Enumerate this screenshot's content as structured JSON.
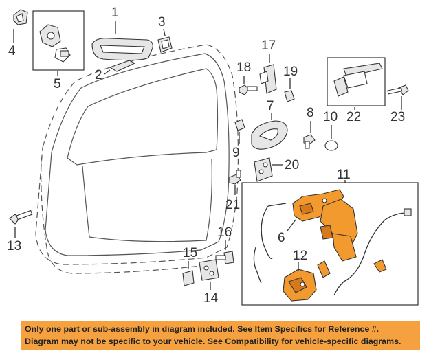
{
  "callouts": {
    "c1": "1",
    "c2": "2",
    "c3": "3",
    "c4": "4",
    "c5": "5",
    "c6": "6",
    "c7": "7",
    "c8": "8",
    "c9": "9",
    "c10": "10",
    "c11": "11",
    "c12": "12",
    "c13": "13",
    "c14": "14",
    "c15": "15",
    "c16": "16",
    "c17": "17",
    "c18": "18",
    "c19": "19",
    "c20": "20",
    "c21": "21",
    "c22": "22",
    "c23": "23"
  },
  "disclaimer": {
    "line1": "Only one part or sub-assembly in diagram included. See Item Specifics for Reference #.",
    "line2": "Diagram may not be specific to your vehicle. See Compatibility for vehicle-specific diagrams."
  },
  "colors": {
    "highlight": "#f29a2e",
    "banner": "#f6a13f"
  }
}
